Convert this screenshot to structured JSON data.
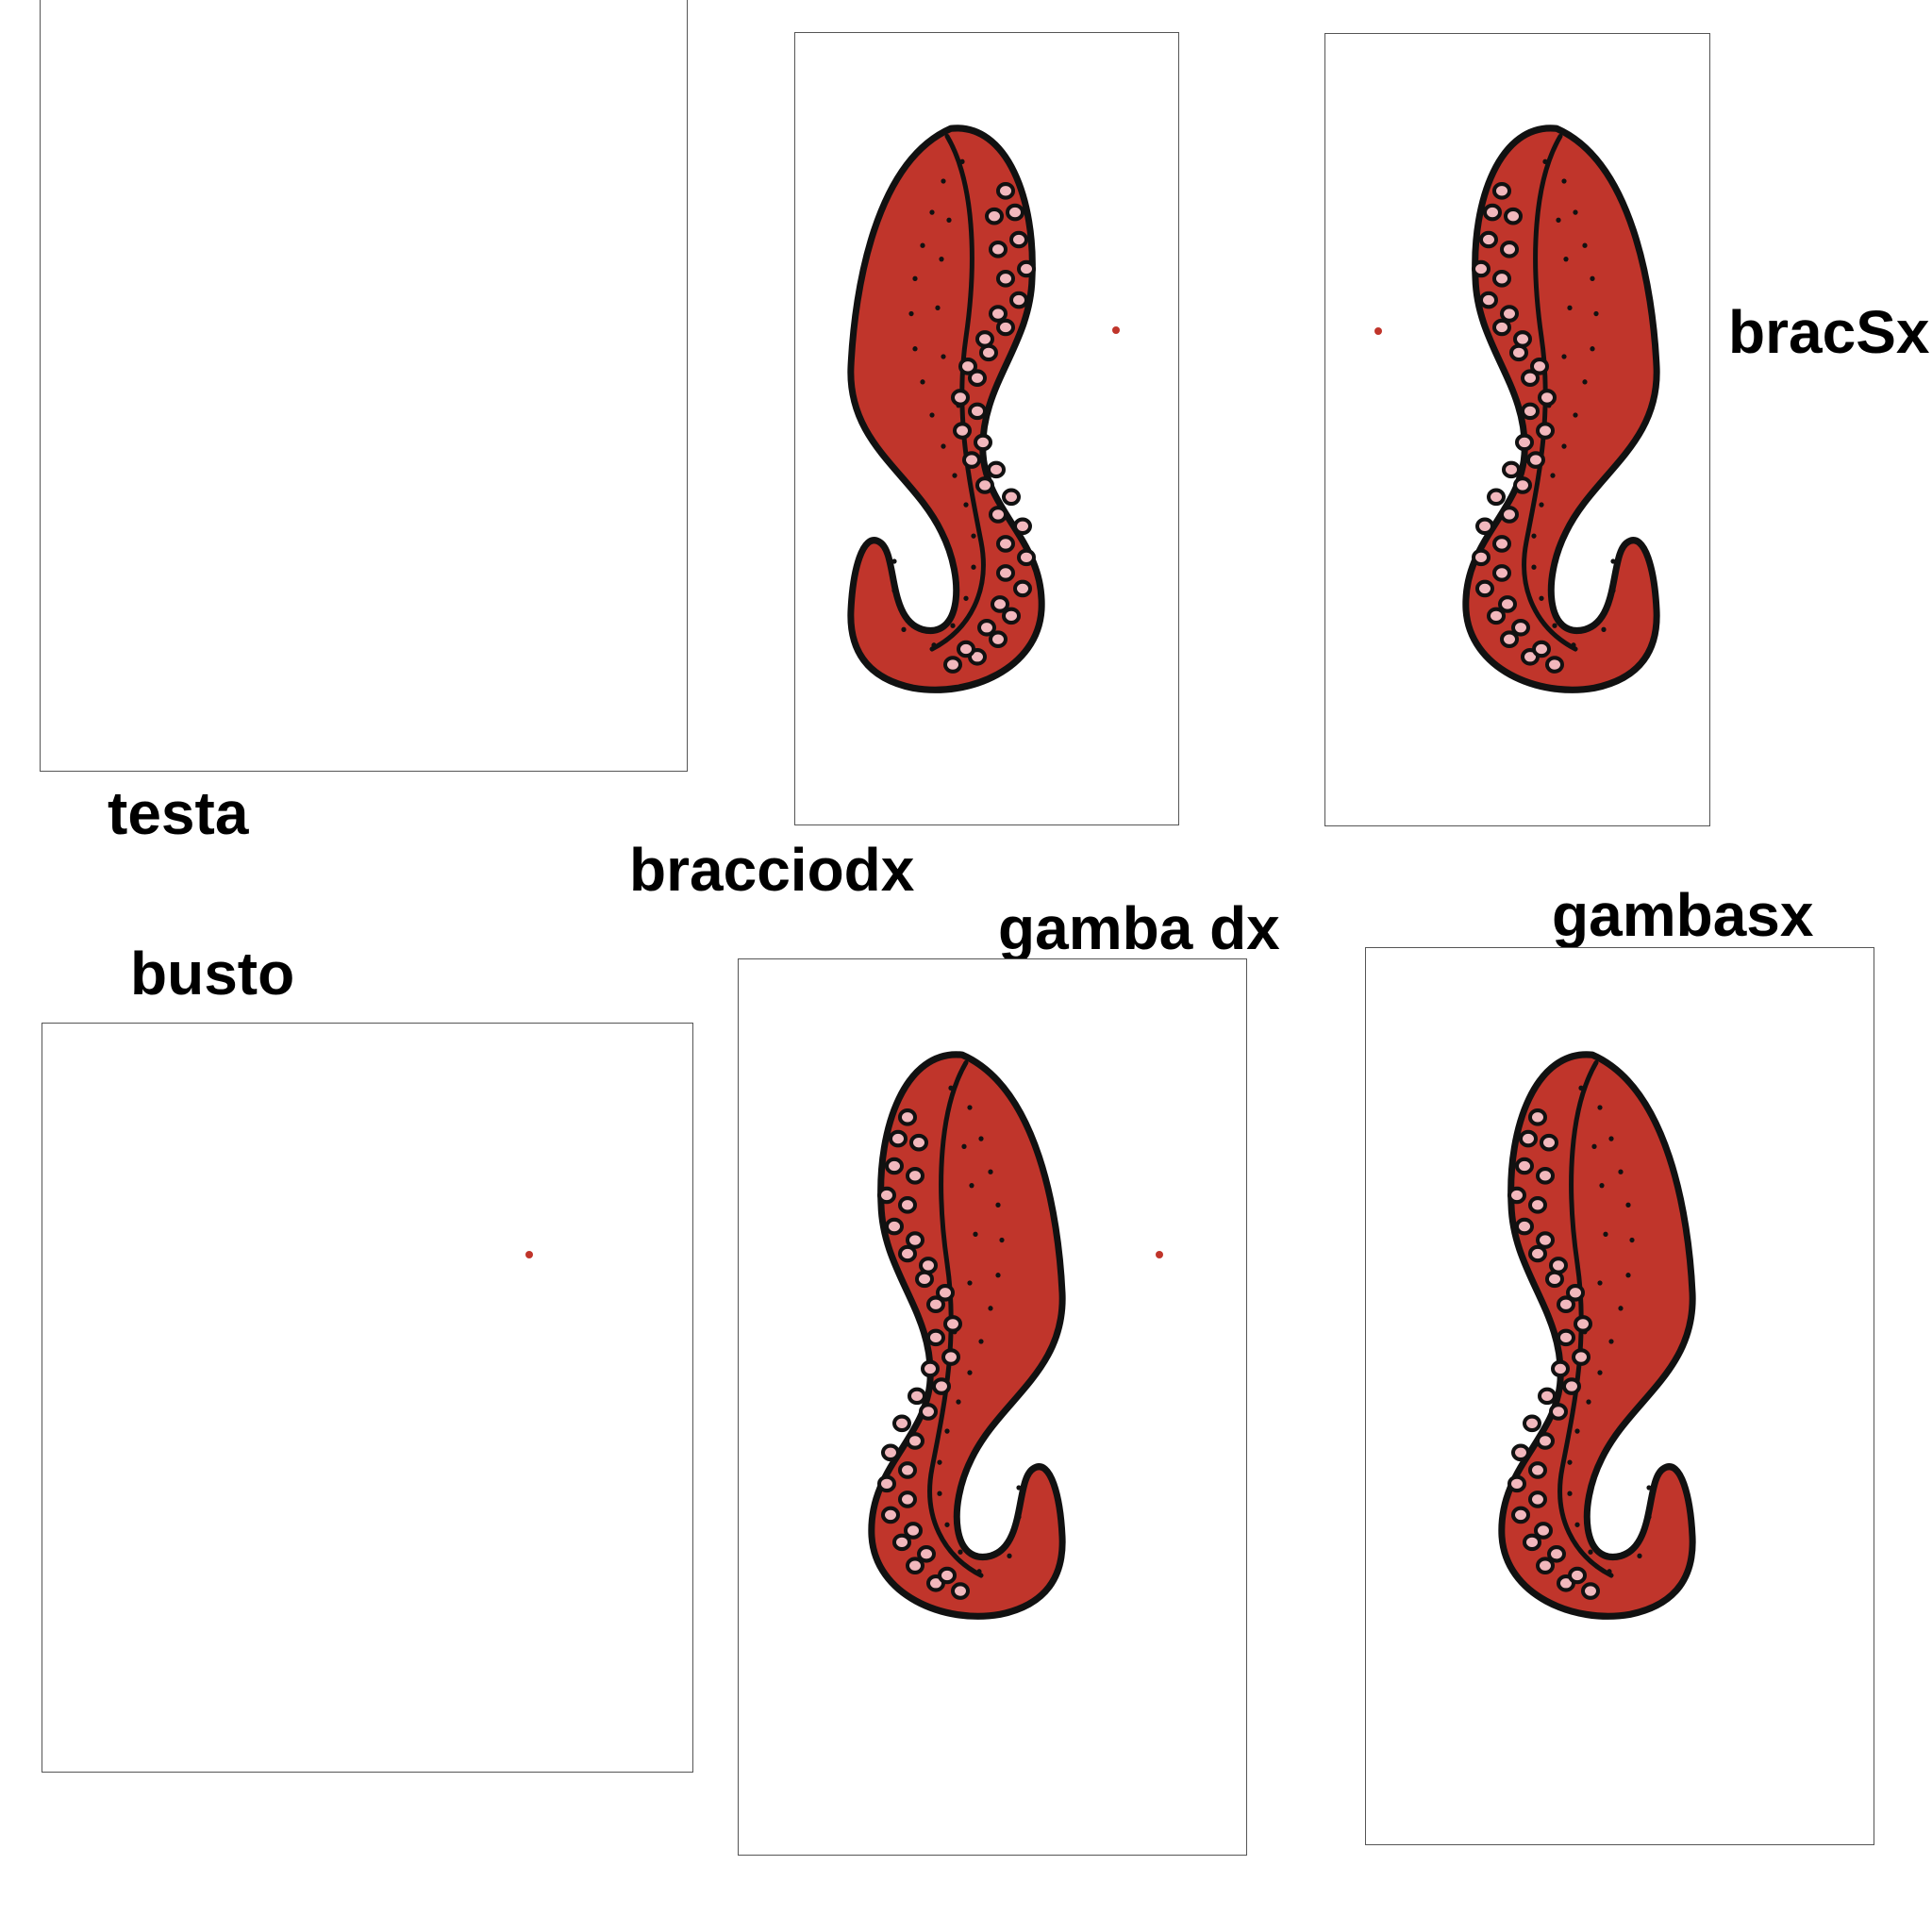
{
  "labels": {
    "testa": "testa",
    "bracciodx": "bracciodx",
    "bracSx": "bracSx",
    "gamba_dx": "gamba dx",
    "gambasx": "gambasx",
    "busto": "busto"
  },
  "colors": {
    "tentacle_fill": "#c0352b",
    "tentacle_outline": "#111111",
    "sucker_fill": "#f2b8bd",
    "pivot": "#c0352b"
  },
  "icons": {
    "tentacle": "octopus-tentacle-icon",
    "pivot": "pivot-dot-icon"
  }
}
